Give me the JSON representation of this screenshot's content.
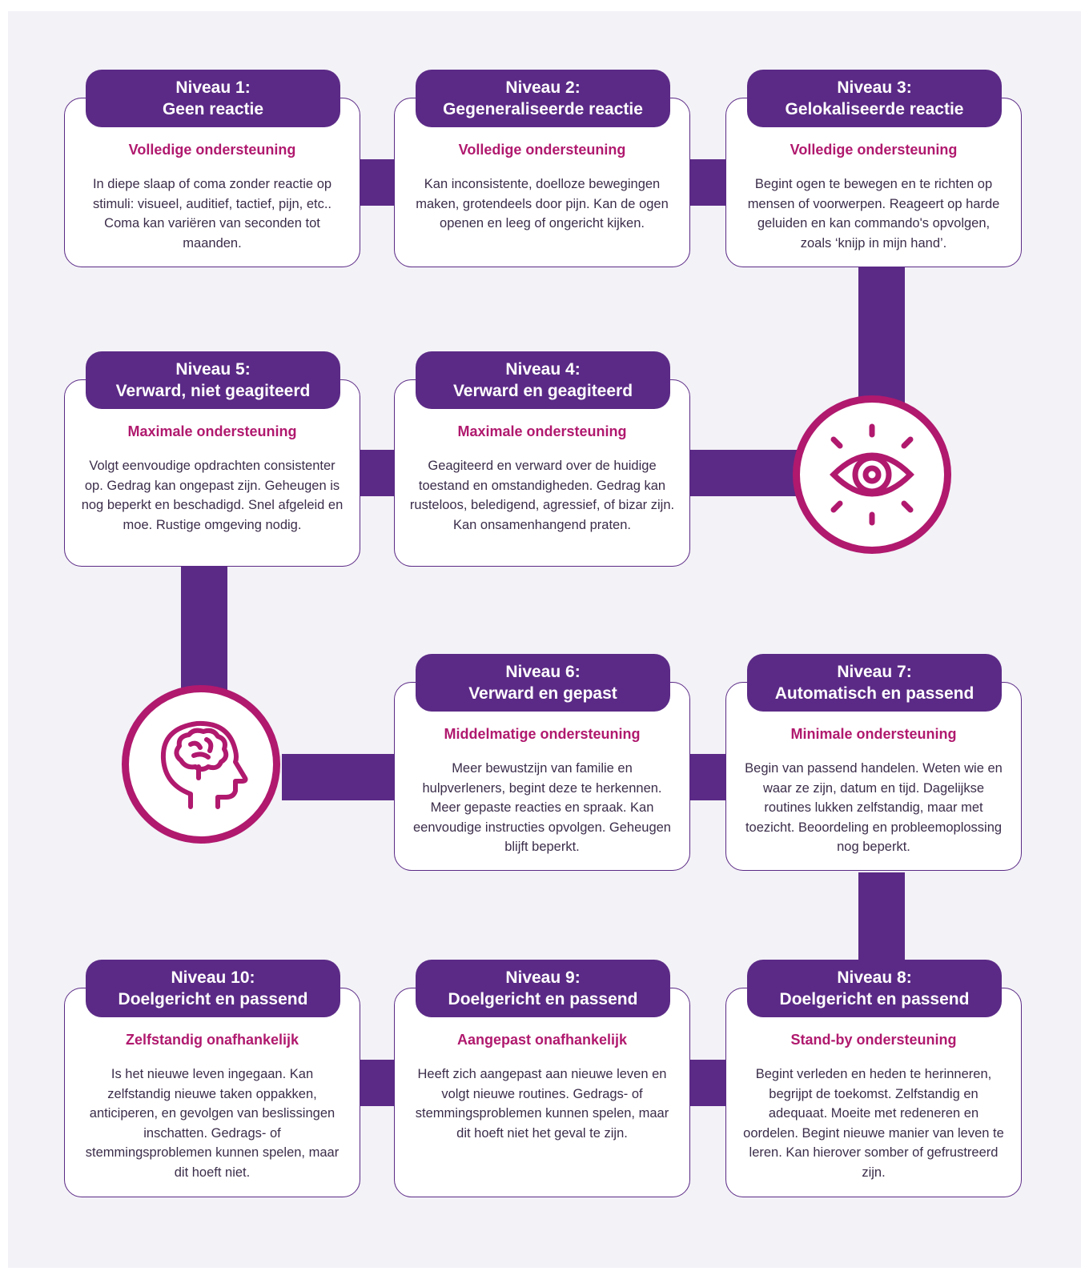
{
  "colors": {
    "background": "#f3f2f7",
    "primary": "#5b2a86",
    "accent": "#b0196e",
    "text": "#3b2d4a",
    "card": "#ffffff"
  },
  "levels": [
    {
      "title": "Niveau 1:",
      "subtitle": "Geen reactie",
      "support": "Volledige ondersteuning",
      "description": "In diepe slaap of coma zonder reactie op stimuli: visueel, auditief, tactief, pijn, etc.. Coma kan variëren van seconden tot maanden."
    },
    {
      "title": "Niveau 2:",
      "subtitle": "Gegeneraliseerde reactie",
      "support": "Volledige ondersteuning",
      "description": "Kan inconsistente, doelloze bewegingen maken, grotendeels door pijn. Kan de ogen openen en leeg of ongericht kijken."
    },
    {
      "title": "Niveau 3:",
      "subtitle": "Gelokaliseerde reactie",
      "support": "Volledige ondersteuning",
      "description": "Begint ogen te bewegen en te richten op mensen of voorwerpen. Reageert op harde geluiden en kan commando's opvolgen, zoals ‘knijp in mijn hand’."
    },
    {
      "title": "Niveau 4:",
      "subtitle": "Verward en geagiteerd",
      "support": "Maximale ondersteuning",
      "description": "Geagiteerd en verward over de huidige toestand en omstandigheden. Gedrag kan rusteloos, beledigend, agressief, of bizar zijn. Kan onsamenhangend praten."
    },
    {
      "title": "Niveau 5:",
      "subtitle": "Verward, niet geagiteerd",
      "support": "Maximale ondersteuning",
      "description": "Volgt eenvoudige opdrachten consistenter op. Gedrag kan ongepast zijn. Geheugen is nog beperkt en beschadigd. Snel afgeleid en moe. Rustige omgeving nodig."
    },
    {
      "title": "Niveau 6:",
      "subtitle": "Verward en gepast",
      "support": "Middelmatige ondersteuning",
      "description": "Meer bewustzijn van familie en hulpverleners, begint deze te herkennen. Meer gepaste reacties en spraak. Kan eenvoudige instructies opvolgen. Geheugen blijft beperkt."
    },
    {
      "title": "Niveau 7:",
      "subtitle": "Automatisch en passend",
      "support": "Minimale ondersteuning",
      "description": "Begin van passend handelen. Weten wie en waar ze zijn, datum en tijd. Dagelijkse routines lukken zelfstandig, maar met toezicht. Beoordeling en probleemoplossing nog beperkt."
    },
    {
      "title": "Niveau 8:",
      "subtitle": "Doelgericht en passend",
      "support": "Stand-by ondersteuning",
      "description": "Begint verleden en heden te herinneren, begrijpt de toekomst. Zelfstandig en adequaat. Moeite met redeneren en oordelen. Begint nieuwe manier van leven te leren. Kan hierover somber of gefrustreerd zijn."
    },
    {
      "title": "Niveau 9:",
      "subtitle": "Doelgericht en passend",
      "support": "Aangepast onafhankelijk",
      "description": "Heeft zich aangepast aan nieuwe leven en volgt nieuwe routines. Gedrags- of stemmingsproblemen kunnen spelen, maar dit hoeft niet het geval te zijn."
    },
    {
      "title": "Niveau 10:",
      "subtitle": "Doelgericht en passend",
      "support": "Zelfstandig onafhankelijk",
      "description": "Is het nieuwe leven ingegaan. Kan zelfstandig nieuwe taken oppakken, anticiperen, en gevolgen van beslissingen inschatten. Gedrags- of stemmingsproblemen kunnen spelen, maar dit hoeft niet."
    }
  ],
  "icons": {
    "eye": "eye-icon",
    "head": "brain-head-icon"
  }
}
